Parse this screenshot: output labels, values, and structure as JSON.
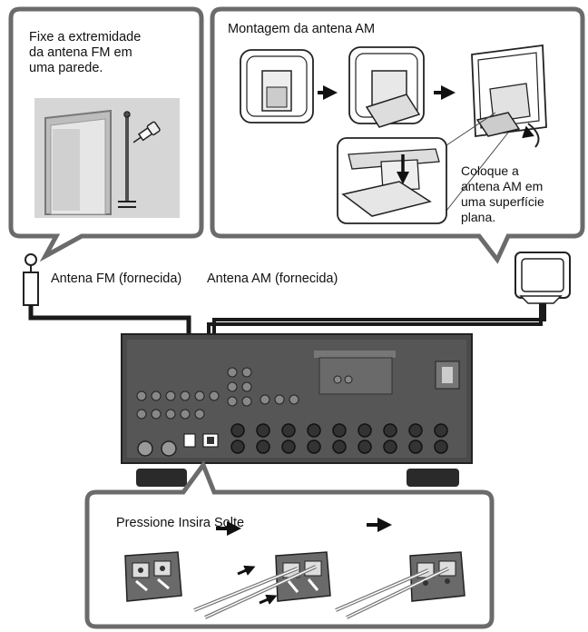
{
  "callouts": {
    "fm_instruction": "Fixe a extremidade\nda antena FM em\numa parede.",
    "am_title": "Montagem da antena AM",
    "am_place": "Coloque a\nantena AM em\numa superfície\nplana.",
    "press_steps": "Pressione Insira Solte"
  },
  "labels": {
    "fm_antenna": "Antena FM (fornecida)",
    "am_antenna": "Antena AM (fornecida)"
  },
  "colors": {
    "frame": "#6b6b6b",
    "receiver": "#4a4a4a",
    "receiver_dark": "#2a2a2a",
    "photo_bg": "#d6d6d6"
  }
}
